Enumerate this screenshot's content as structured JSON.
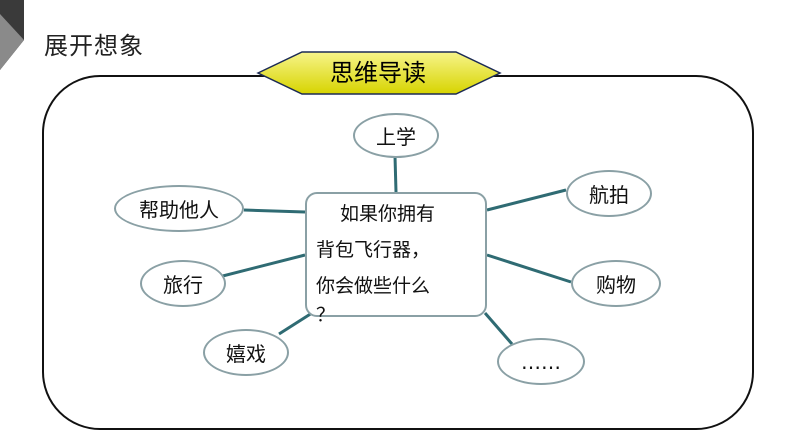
{
  "header": {
    "title": "展开想象"
  },
  "badge": {
    "label": "思维导读",
    "colors": {
      "fill_top": "#f7f48a",
      "fill_bottom": "#d7d400",
      "border": "#1b2a55"
    }
  },
  "mindmap": {
    "center": {
      "lines": [
        "如果你拥有",
        "背包飞行器，",
        "你会做些什么",
        "？"
      ]
    },
    "nodes": [
      {
        "id": "shangxue",
        "label": "上学"
      },
      {
        "id": "bangzhu",
        "label": "帮助他人"
      },
      {
        "id": "lvxing",
        "label": "旅行"
      },
      {
        "id": "xixi",
        "label": "嬉戏"
      },
      {
        "id": "hangpai",
        "label": "航拍"
      },
      {
        "id": "gouwu",
        "label": "购物"
      },
      {
        "id": "more",
        "label": "……"
      }
    ],
    "colors": {
      "connector": "#2f6b73",
      "node_border": "#8aa0a5"
    }
  }
}
